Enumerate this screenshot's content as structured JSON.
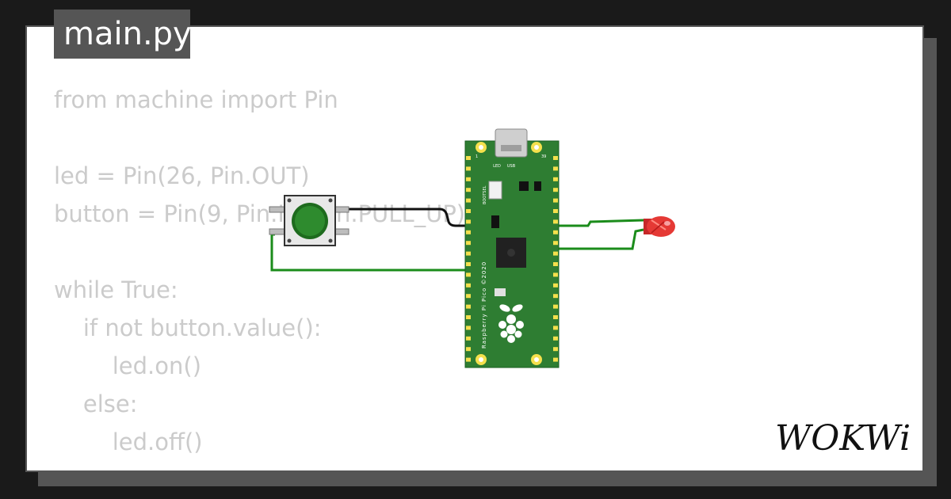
{
  "file_tab": {
    "label": "main.py"
  },
  "code_lines": [
    "from machine import Pin",
    "",
    "led = Pin(26, Pin.OUT)",
    "button = Pin(9, Pin.IN, Pin.PULL_UP)",
    "",
    "while True:",
    "    if not button.value():",
    "        led.on()",
    "    else:",
    "        led.off()"
  ],
  "board": {
    "name_text": "Raspberry Pi Pico ©2020",
    "led_label": "LED",
    "usb_label": "USB",
    "bootsel_label": "BOOTSEL",
    "pin_left": "1",
    "pin_right": "39"
  },
  "brand": {
    "logo": "WOKWi"
  },
  "colors": {
    "background": "#1a1a1a",
    "frame": "#555555",
    "board_green": "#2e7d32",
    "wire_green": "#1b8c1b",
    "wire_black": "#111111",
    "led_red": "#e53935",
    "button_green": "#2e7d32"
  }
}
